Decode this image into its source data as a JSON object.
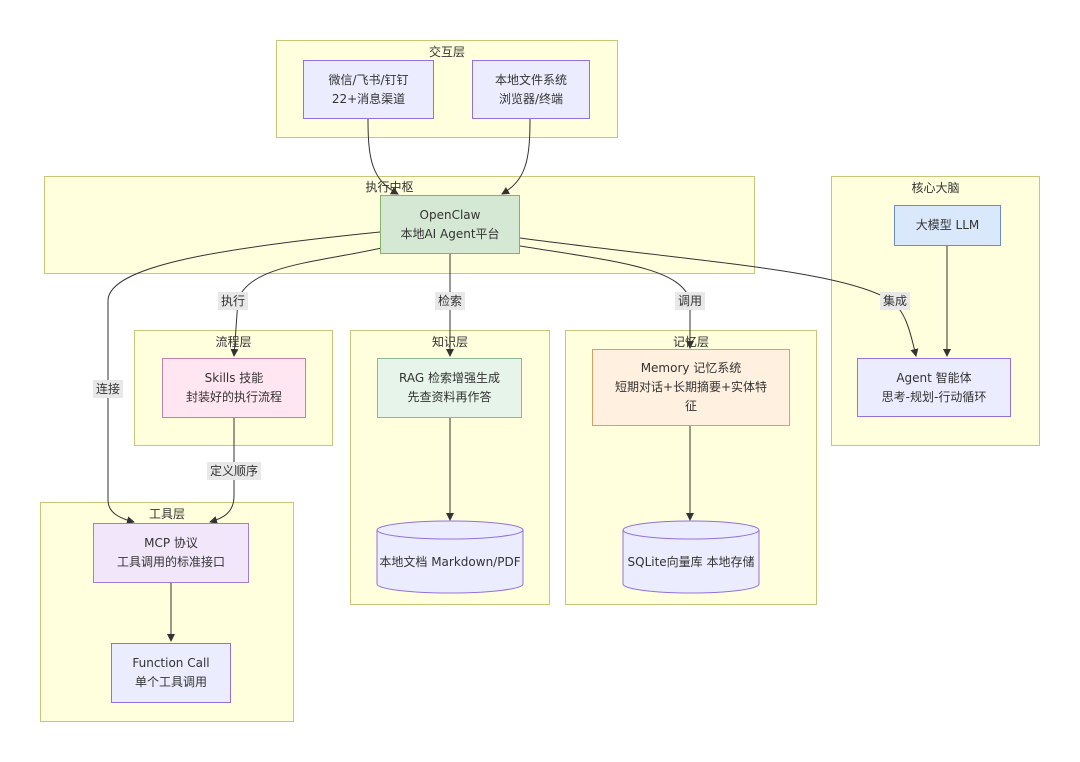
{
  "groups": {
    "interaction": "交互层",
    "execution": "执行中枢",
    "brain": "核心大脑",
    "flow": "流程层",
    "knowledge": "知识层",
    "memory": "记忆层",
    "tools": "工具层"
  },
  "nodes": {
    "wechat": {
      "line1": "微信/飞书/钉钉",
      "line2": "22+消息渠道"
    },
    "localfs": {
      "line1": "本地文件系统",
      "line2": "浏览器/终端"
    },
    "openclaw": {
      "line1": "OpenClaw",
      "line2": "本地AI Agent平台"
    },
    "llm": {
      "line1": "大模型 LLM"
    },
    "agent": {
      "line1": "Agent 智能体",
      "line2": "思考-规划-行动循环"
    },
    "skills": {
      "line1": "Skills 技能",
      "line2": "封装好的执行流程"
    },
    "rag": {
      "line1": "RAG 检索增强生成",
      "line2": "先查资料再作答"
    },
    "memory": {
      "line1": "Memory 记忆系统",
      "line2": "短期对话+长期摘要+实体特",
      "line3": "征"
    },
    "mcp": {
      "line1": "MCP 协议",
      "line2": "工具调用的标准接口"
    },
    "function_call": {
      "line1": "Function Call",
      "line2": "单个工具调用"
    },
    "local_docs": {
      "line1": "本地文档 Markdown/PDF"
    },
    "sqlite": {
      "line1": "SQLite向量库 本地存储"
    }
  },
  "edge_labels": {
    "execute": "执行",
    "retrieve": "检索",
    "invoke": "调用",
    "integrate": "集成",
    "connect": "连接",
    "define_order": "定义顺序"
  }
}
